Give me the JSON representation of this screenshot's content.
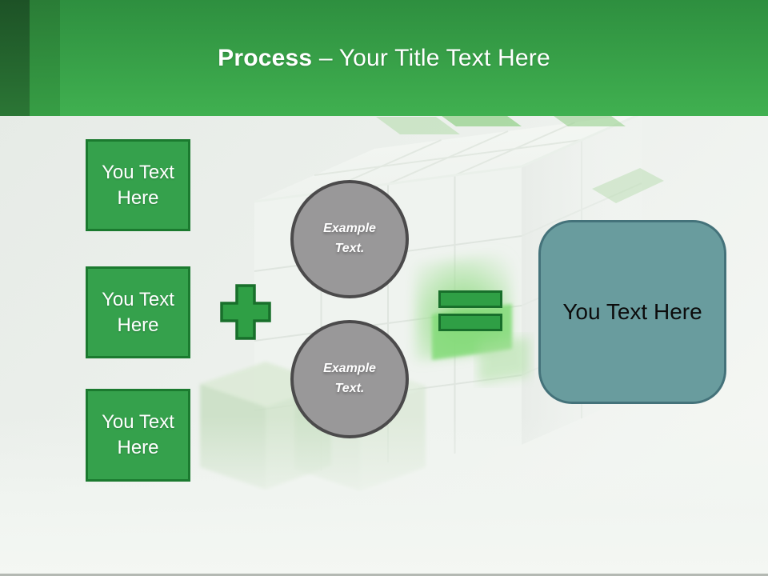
{
  "header": {
    "title_bold": "Process",
    "title_rest": "– Your Title Text Here"
  },
  "left_boxes": [
    {
      "label": "You Text Here"
    },
    {
      "label": "You Text Here"
    },
    {
      "label": "You Text Here"
    }
  ],
  "operators": {
    "plus": "plus-icon",
    "equals": "equals-icon"
  },
  "circles": [
    {
      "label": "Example Text."
    },
    {
      "label": "Example Text."
    }
  ],
  "result_box": {
    "label": "You Text Here"
  },
  "colors": {
    "header_top": "#2e8f3f",
    "header_bottom": "#40b050",
    "box_green": "#35a14c",
    "box_border": "#1b7a2f",
    "op_green": "#2f9f45",
    "op_border": "#186f2b",
    "circle_gray": "#999899",
    "circle_border": "#4b4a4b",
    "teal": "#699c9e",
    "teal_border": "#44727a"
  }
}
